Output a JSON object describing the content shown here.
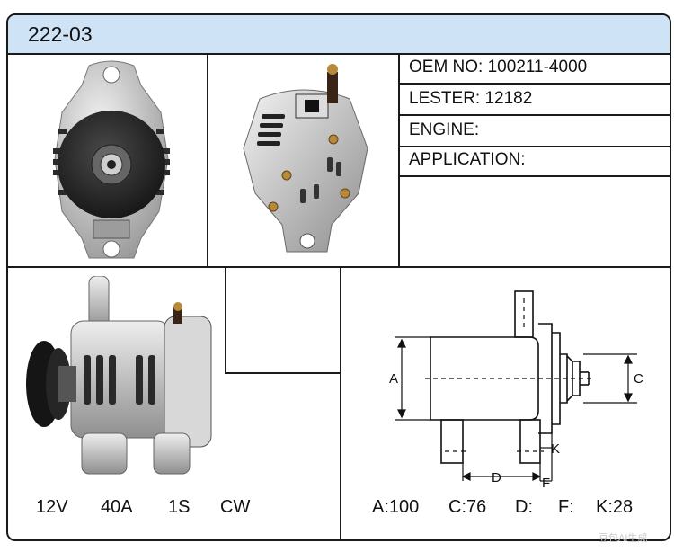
{
  "title": "222-03",
  "specs": {
    "oem": "OEM NO: 100211-4000",
    "lester": "LESTER: 12182",
    "engine": "ENGINE:",
    "application": "APPLICATION:"
  },
  "electrical": {
    "voltage": "12V",
    "amperage": "40A",
    "pulley": "1S",
    "rotation": "CW"
  },
  "dimensions": {
    "a": "A:100",
    "c": "C:76",
    "d": "D:",
    "f": "F:",
    "k": "K:28"
  },
  "diagram_labels": {
    "a": "A",
    "c": "C",
    "d": "D",
    "f": "F",
    "k": "K"
  },
  "watermark": "豆包AI生成"
}
